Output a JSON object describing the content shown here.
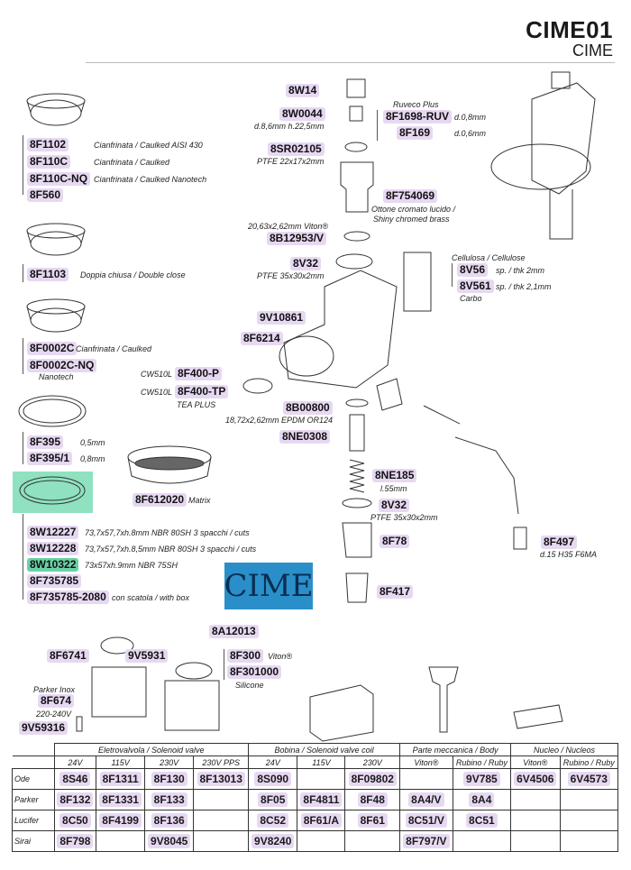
{
  "header": {
    "title": "CIME01",
    "brand": "CIME"
  },
  "logo": {
    "text": "CIME",
    "color": "#2a8fc9"
  },
  "colors": {
    "code_bg": "#e7d8f2",
    "highlight_bg": "#6ad0a6"
  },
  "left": {
    "g1": [
      {
        "code": "8F1102",
        "desc": "Cianfrinata / Caulked AISI 430"
      },
      {
        "code": "8F110C",
        "desc": "Cianfrinata / Caulked"
      },
      {
        "code": "8F110C-NQ",
        "desc": "Cianfrinata / Caulked Nanotech"
      },
      {
        "code": "8F560",
        "desc": ""
      }
    ],
    "g2": {
      "code": "8F1103",
      "desc": "Doppia chiusa / Double close"
    },
    "g3": [
      {
        "code": "8F0002C",
        "desc": "Cianfrinata / Caulked"
      },
      {
        "code": "8F0002C-NQ",
        "desc": ""
      }
    ],
    "g3_note": "Nanotech",
    "g4": [
      {
        "code": "8F395",
        "desc": "0,5mm"
      },
      {
        "code": "8F395/1",
        "desc": "0,8mm"
      }
    ],
    "basket": {
      "code": "8F612020",
      "desc": "Matrix"
    },
    "g5": [
      {
        "code": "8W12227",
        "desc": "73,7x57,7xh.8mm NBR 80SH 3 spacchi / cuts"
      },
      {
        "code": "8W12228",
        "desc": "73,7x57,7xh.8,5mm NBR 80SH 3 spacchi / cuts"
      },
      {
        "code": "8W10322",
        "desc": "73x57xh.9mm NBR 75SH"
      },
      {
        "code": "8F735785",
        "desc": ""
      },
      {
        "code": "8F735785-2080",
        "desc": "con scatola / with box"
      }
    ]
  },
  "center": {
    "w14": "8W14",
    "w0044": "8W0044",
    "w0044_desc": "d.8,6mm h.22,5mm",
    "ruveco": "Ruveco Plus",
    "f1698": "8F1698-RUV",
    "f1698_desc": "d.0,8mm",
    "f169": "8F169",
    "f169_desc": "d.0,6mm",
    "sr02105": "8SR02105",
    "sr02105_desc": "PTFE 22x17x2mm",
    "f754069": "8F754069",
    "f754069_desc1": "Ottone cromato lucido /",
    "f754069_desc2": "Shiny chromed brass",
    "b12953_desc": "20,63x2,62mm Viton®",
    "b12953": "8B12953/V",
    "v32a": "8V32",
    "v32a_desc": "PTFE 35x30x2mm",
    "cell_desc": "Cellulosa / Cellulose",
    "v56": "8V56",
    "v56_desc": "sp. / thk 2mm",
    "v561": "8V561",
    "v561_desc": "sp. / thk 2,1mm",
    "carbo": "Carbo",
    "v10861": "9V10861",
    "f6214": "8F6214",
    "cw1": "CW510L",
    "f400p": "8F400-P",
    "cw2": "CW510L",
    "f400tp": "8F400-TP",
    "tea": "TEA PLUS",
    "b00800": "8B00800",
    "b00800_desc": "18,72x2,62mm EPDM OR124",
    "ne0308": "8NE0308",
    "ne185": "8NE185",
    "ne185_desc": "l.55mm",
    "v32b": "8V32",
    "v32b_desc": "PTFE 35x30x2mm",
    "f78": "8F78",
    "f417": "8F417",
    "f497": "8F497",
    "f497_desc": "d.15 H35 F6MA"
  },
  "bottom": {
    "a12013": "8A12013",
    "f6741": "8F6741",
    "v5931": "9V5931",
    "f300": "8F300",
    "f300_desc": "Viton®",
    "f301000": "8F301000",
    "f301000_desc": "Silicone",
    "parker_inox": "Parker Inox",
    "f674": "8F674",
    "f674_desc": "220-240V",
    "v59316": "9V59316"
  },
  "table": {
    "groups": [
      "Eletrovalvola / Solenoid valve",
      "Bobina / Solenoid valve coil",
      "Parte meccanica / Body",
      "Nucleo / Nucleos"
    ],
    "subheaders": [
      "24V",
      "115V",
      "230V",
      "230V PPS",
      "24V",
      "115V",
      "230V",
      "Viton®",
      "Rubino / Ruby",
      "Viton®",
      "Rubino / Ruby"
    ],
    "rows": [
      {
        "label": "Ode",
        "cells": [
          "8S46",
          "8F1311",
          "8F130",
          "8F13013",
          "8S090",
          "",
          "8F09802",
          "",
          "9V785",
          "6V4506",
          "6V4573"
        ]
      },
      {
        "label": "Parker",
        "cells": [
          "8F132",
          "8F1331",
          "8F133",
          "",
          "8F05",
          "8F4811",
          "8F48",
          "8A4/V",
          "8A4",
          "",
          ""
        ]
      },
      {
        "label": "Lucifer",
        "cells": [
          "8C50",
          "8F4199",
          "8F136",
          "",
          "8C52",
          "8F61/A",
          "8F61",
          "8C51/V",
          "8C51",
          "",
          ""
        ]
      },
      {
        "label": "Sirai",
        "cells": [
          "8F798",
          "",
          "9V8045",
          "",
          "9V8240",
          "",
          "",
          "8F797/V",
          "",
          "",
          ""
        ]
      }
    ]
  }
}
